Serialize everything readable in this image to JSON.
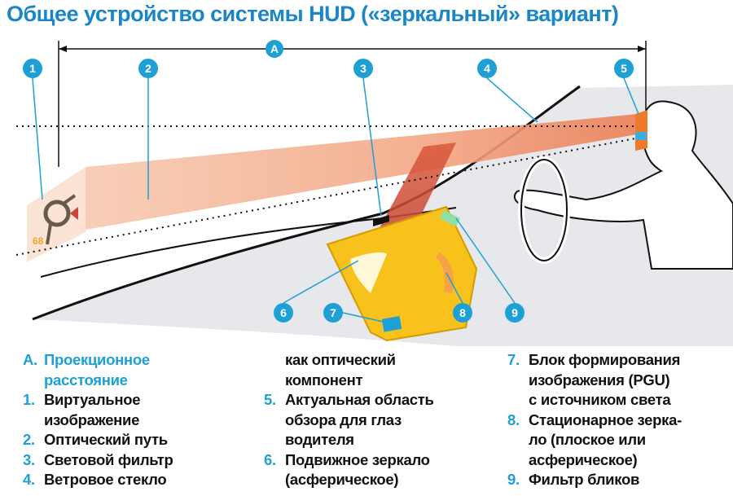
{
  "title": "Общее устройство системы HUD («зеркальный» вариант)",
  "colors": {
    "accent": "#1ea0d6",
    "title": "#1b86c6",
    "beam": "#f4b896",
    "unit": "#f7c21b"
  },
  "diagram": {
    "dimension_label": "A",
    "markers": [
      "1",
      "2",
      "3",
      "4",
      "5",
      "6",
      "7",
      "8",
      "9"
    ],
    "virtual_image_speed": "68"
  },
  "legend": {
    "col1": [
      {
        "num": "A.",
        "text": "Проекционное\nрасстояние"
      },
      {
        "num": "1.",
        "text": "Виртуальное\nизображение"
      },
      {
        "num": "2.",
        "text": "Оптический путь"
      },
      {
        "num": "3.",
        "text": "Световой фильтр"
      },
      {
        "num": "4.",
        "text": "Ветровое стекло"
      }
    ],
    "col2_cont": "как оптический\nкомпонент",
    "col2": [
      {
        "num": "5.",
        "text": "Актуальная область\nобзора для глаз\nводителя"
      },
      {
        "num": "6.",
        "text": "Подвижное зеркало\n(асферическое)"
      }
    ],
    "col3": [
      {
        "num": "7.",
        "text": "Блок формирования\nизображения (PGU)\nс источником света"
      },
      {
        "num": "8.",
        "text": "Стационарное зерка-\nло (плоское или\nасферическое)"
      },
      {
        "num": "9.",
        "text": "Фильтр бликов"
      }
    ]
  }
}
